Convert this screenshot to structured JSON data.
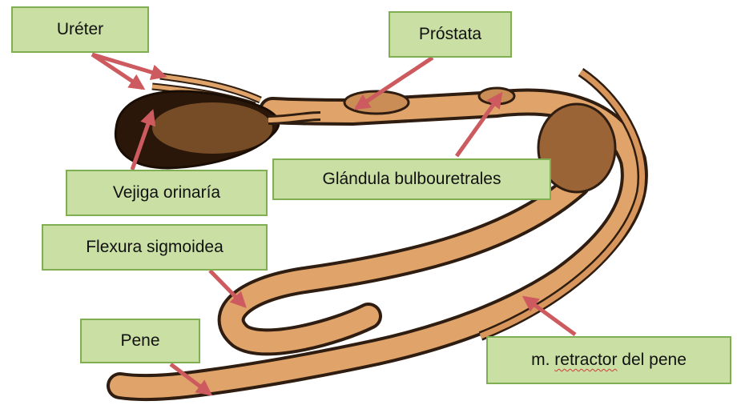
{
  "labels": {
    "ureter": "Uréter",
    "prostata": "Próstata",
    "vejiga": "Vejiga orinaría",
    "glandula": "Glándula bulbouretrales",
    "flexura": "Flexura sigmoidea",
    "pene": "Pene",
    "retractor_prefix": "m. ",
    "retractor_word": "retractor",
    "retractor_suffix": " del pene"
  },
  "colors": {
    "label_fill": "#c9dfa4",
    "label_border": "#7fae53",
    "arrow": "#cd5a5f",
    "tissue": "#e0a46a",
    "tissue_outline": "#2e1d10",
    "bladder": "#2a1709"
  }
}
